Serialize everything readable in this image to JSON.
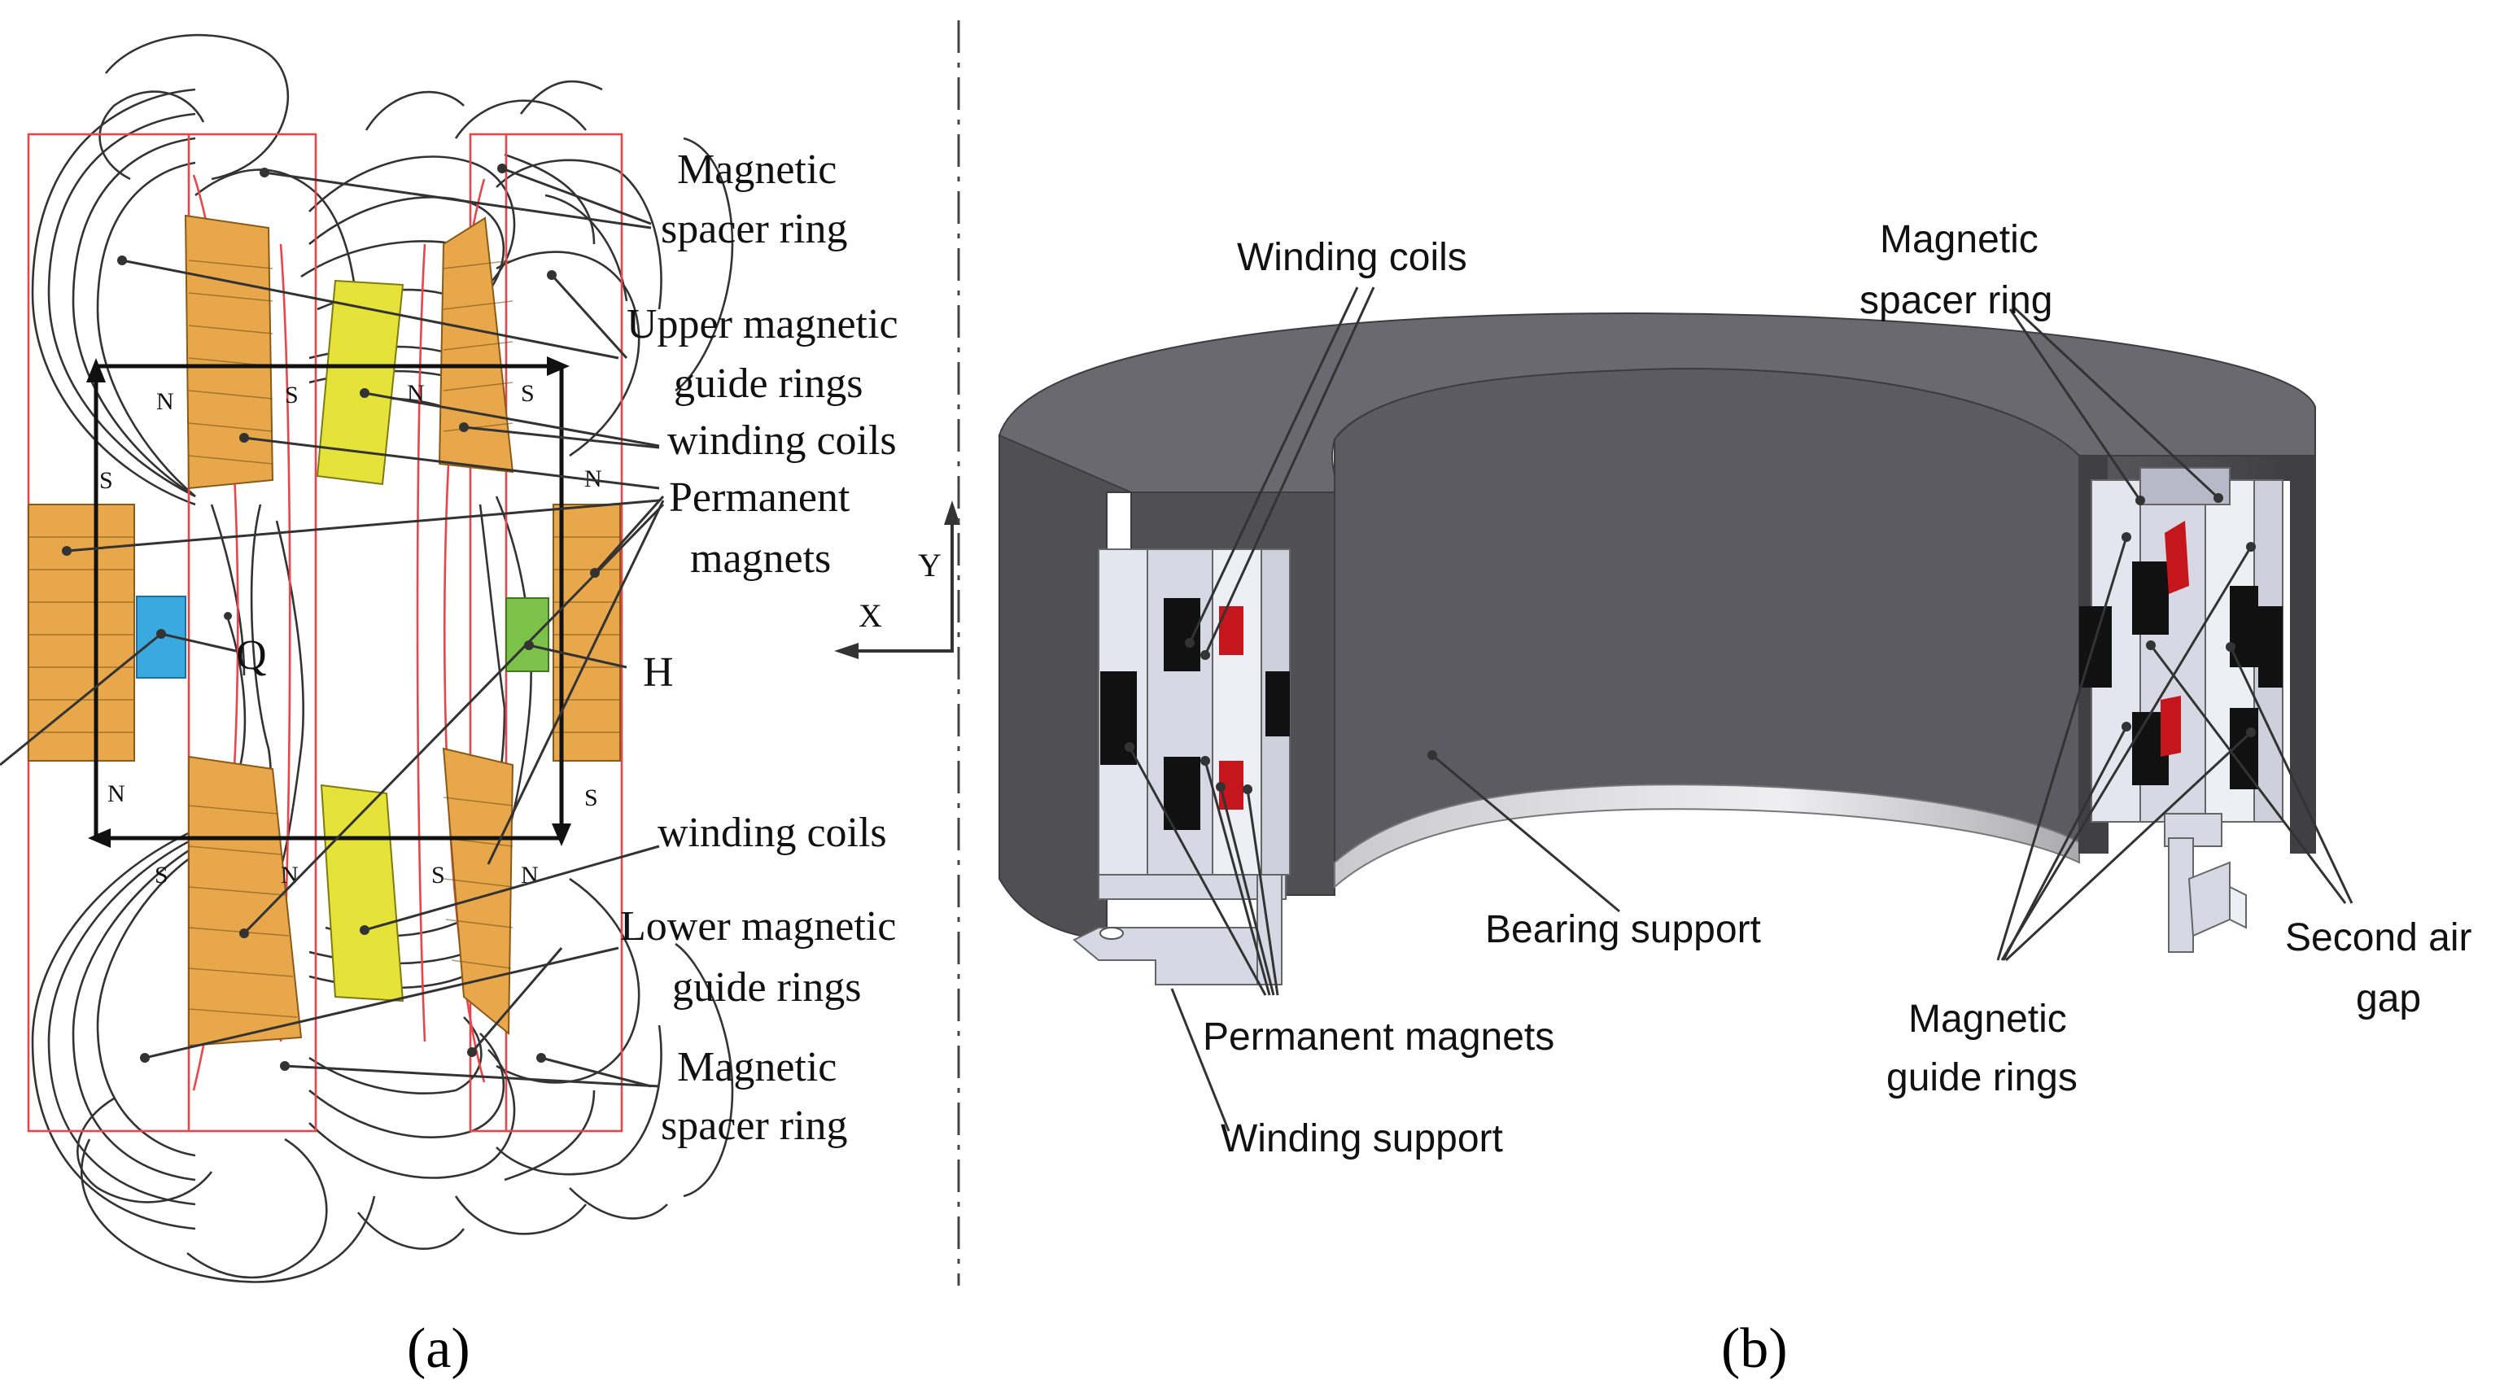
{
  "panel_a": {
    "labels": {
      "magnetic_spacer_ring_top": "Magnetic\nspacer ring",
      "upper_magnetic_guide_rings": "Upper magnetic\nguide rings",
      "winding_coils_top": "winding coils",
      "permanent_magnets": "Permanent\nmagnets",
      "winding_coils_bottom": "winding coils",
      "lower_magnetic_guide_rings": "Lower magnetic\nguide rings",
      "magnetic_spacer_ring_bottom": "Magnetic\nspacer ring",
      "point_q": "Q",
      "point_h": "H",
      "axis_x": "X",
      "axis_y": "Y"
    },
    "pole_labels": {
      "n_upper_left": "N",
      "s_upper_left_side": "S",
      "s_upper_mid_left": "S",
      "n_upper_mid_right": "N",
      "s_upper_right": "S",
      "n_upper_right_side": "N",
      "n_lower_left_side": "N",
      "s_lower_left": "S",
      "n_lower_mid_left": "N",
      "s_lower_mid_right": "S",
      "n_lower_right": "N",
      "s_lower_right_side": "S"
    },
    "caption": "(a)"
  },
  "panel_b": {
    "labels": {
      "winding_coils": "Winding coils",
      "magnetic_spacer_ring": "Magnetic\nspacer ring",
      "bearing_support": "Bearing support",
      "permanent_magnets": "Permanent magnets",
      "winding_support": "Winding support",
      "magnetic_guide_rings": "Magnetic\nguide rings",
      "second_air_gap": "Second air\ngap"
    },
    "caption": "(b)"
  },
  "colors": {
    "magnet_orange": "#e8a74a",
    "coil_yellow": "#e5e23a",
    "marker_blue": "#3aa9e0",
    "marker_green": "#7cc24a",
    "boundary_red": "#e8464a",
    "housing_gray": "#5a595e",
    "magnet_red": "#c4161c"
  }
}
